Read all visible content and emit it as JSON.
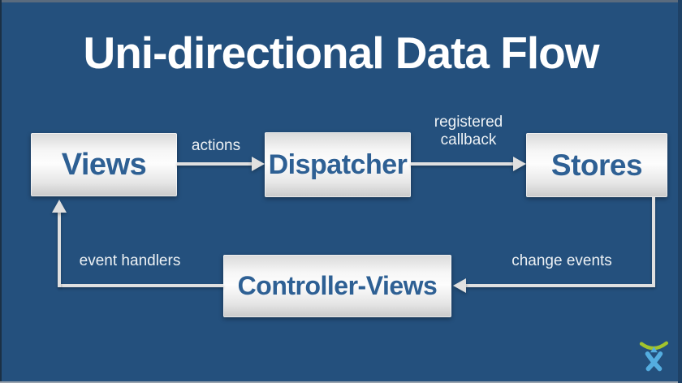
{
  "slide": {
    "title": "Uni-directional Data Flow"
  },
  "diagram": {
    "type": "flow-diagram",
    "nodes": [
      {
        "id": "views",
        "label": "Views"
      },
      {
        "id": "dispatcher",
        "label": "Dispatcher"
      },
      {
        "id": "stores",
        "label": "Stores"
      },
      {
        "id": "controller-views",
        "label": "Controller-Views"
      }
    ],
    "edges": [
      {
        "from": "views",
        "to": "dispatcher",
        "label": "actions"
      },
      {
        "from": "dispatcher",
        "to": "stores",
        "label": "registered callback"
      },
      {
        "from": "stores",
        "to": "controller-views",
        "label": "change events"
      },
      {
        "from": "controller-views",
        "to": "views",
        "label": "event handlers"
      }
    ]
  },
  "branding": {
    "logo": "atlassian-logo"
  },
  "colors": {
    "background": "#24507d",
    "box_text": "#2e6094",
    "arrow": "#e0e0e0",
    "label_text": "#eef2f5",
    "title_text": "#ffffff",
    "logo_green": "#a2c32c",
    "logo_blue": "#54ade0",
    "edge_top": "#5a6b7e",
    "edge_left": "#1b3045",
    "edge_bottom": "#99a3ae",
    "edge_right": "#1e4166"
  }
}
